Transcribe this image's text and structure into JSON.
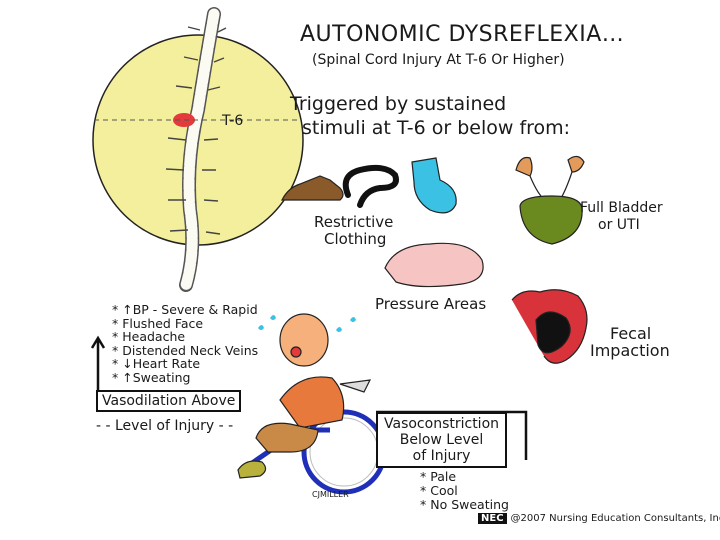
{
  "title": "AUTONOMIC DYSREFLEXIA…",
  "subtitle": "(Spinal Cord Injury At T-6 Or Higher)",
  "trigger_line1": "Triggered by sustained",
  "trigger_line2": "stimuli at T-6 or below from:",
  "spine_level_label": "T-6",
  "triggers": {
    "clothing": [
      "Restrictive",
      "Clothing"
    ],
    "bladder": [
      "Full Bladder",
      "or UTI"
    ],
    "pressure": "Pressure Areas",
    "fecal": [
      "Fecal",
      "Impaction"
    ]
  },
  "symptoms": [
    "* ↑BP - Severe & Rapid",
    "* Flushed Face",
    "* Headache",
    "* Distended Neck Veins",
    "* ↓Heart Rate",
    "* ↑Sweating"
  ],
  "vasodilation": "Vasodilation Above",
  "level_of_injury": "- - Level of Injury - -",
  "vasoconstriction": [
    "Vasoconstriction",
    "Below Level",
    "of Injury"
  ],
  "below_signs": [
    "* Pale",
    "* Cool",
    "* No Sweating"
  ],
  "artist_signature": "CJMILLER",
  "copyright_logo": "NEC",
  "copyright": "@2007 Nursing Education Consultants, Inc.",
  "colors": {
    "circle": "#f3ef9c",
    "skin": "#f5b07c",
    "shirt": "#e8793d",
    "shoe": "#8b5a2b",
    "sock": "#3bc1e4",
    "wheelchair": "#1f2fb8",
    "bladder": "#6a8a1f",
    "pressure": "#f7c4c4",
    "intestine": "#d8323a"
  }
}
